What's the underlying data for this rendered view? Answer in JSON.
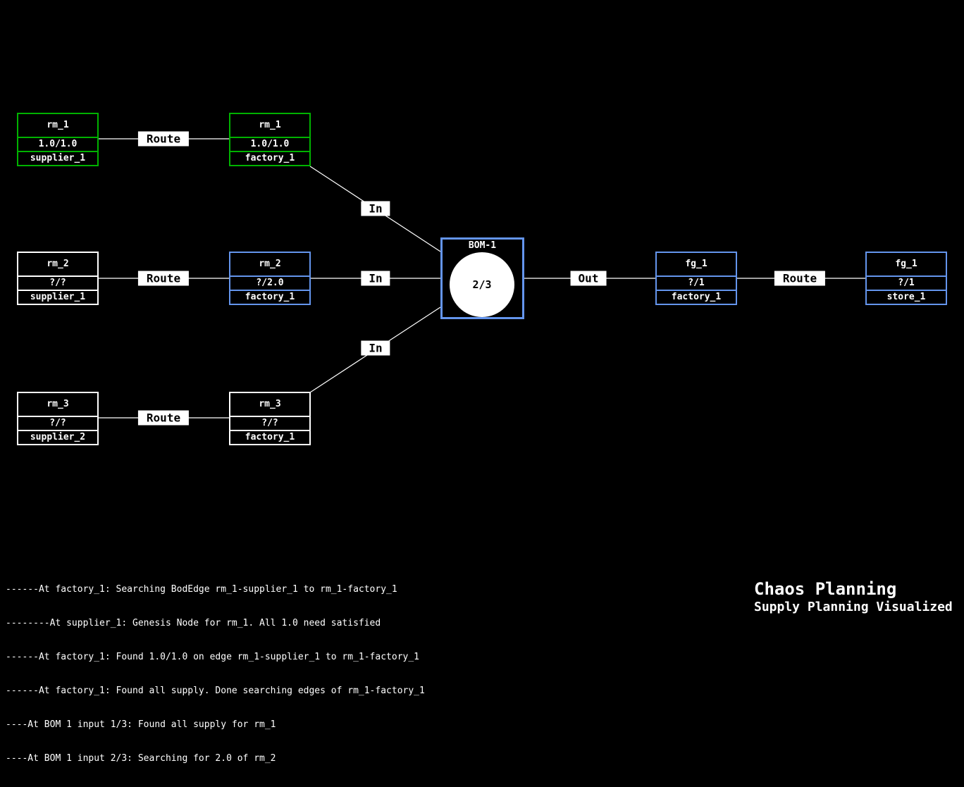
{
  "app": {
    "heading": "Chaos Planning",
    "subheading": "Supply Planning Visualized"
  },
  "colors": {
    "background": "#000000",
    "satisfied_green": "#00b200",
    "active_blue": "#6495ed",
    "pending_white": "#ffffff",
    "edge_line": "#ffffff",
    "label_bg": "#ffffff",
    "label_fg": "#000000"
  },
  "edge_labels": {
    "route": "Route",
    "in": "In",
    "out": "Out"
  },
  "bom": {
    "title": "BOM-1",
    "progress": "2/3"
  },
  "nodes": [
    {
      "title": "rm_1",
      "qty": "1.0/1.0",
      "location": "supplier_1",
      "border_color": "#00b200"
    },
    {
      "title": "rm_1",
      "qty": "1.0/1.0",
      "location": "factory_1",
      "border_color": "#00b200"
    },
    {
      "title": "rm_2",
      "qty": "?/?",
      "location": "supplier_1",
      "border_color": "#ffffff"
    },
    {
      "title": "rm_2",
      "qty": "?/2.0",
      "location": "factory_1",
      "border_color": "#6495ed"
    },
    {
      "title": "rm_3",
      "qty": "?/?",
      "location": "supplier_2",
      "border_color": "#ffffff"
    },
    {
      "title": "rm_3",
      "qty": "?/?",
      "location": "factory_1",
      "border_color": "#ffffff"
    },
    {
      "title": "fg_1",
      "qty": "?/1",
      "location": "factory_1",
      "border_color": "#6495ed"
    },
    {
      "title": "fg_1",
      "qty": "?/1",
      "location": "store_1",
      "border_color": "#6495ed"
    }
  ],
  "log_lines": [
    "------At factory_1: Searching BodEdge rm_1-supplier_1 to rm_1-factory_1",
    "--------At supplier_1: Genesis Node for rm_1. All 1.0 need satisfied",
    "------At factory_1: Found 1.0/1.0 on edge rm_1-supplier_1 to rm_1-factory_1",
    "------At factory_1: Found all supply. Done searching edges of rm_1-factory_1",
    "----At BOM 1 input 1/3: Found all supply for rm_1",
    "----At BOM 1 input 2/3: Searching for 2.0 of rm_2"
  ]
}
